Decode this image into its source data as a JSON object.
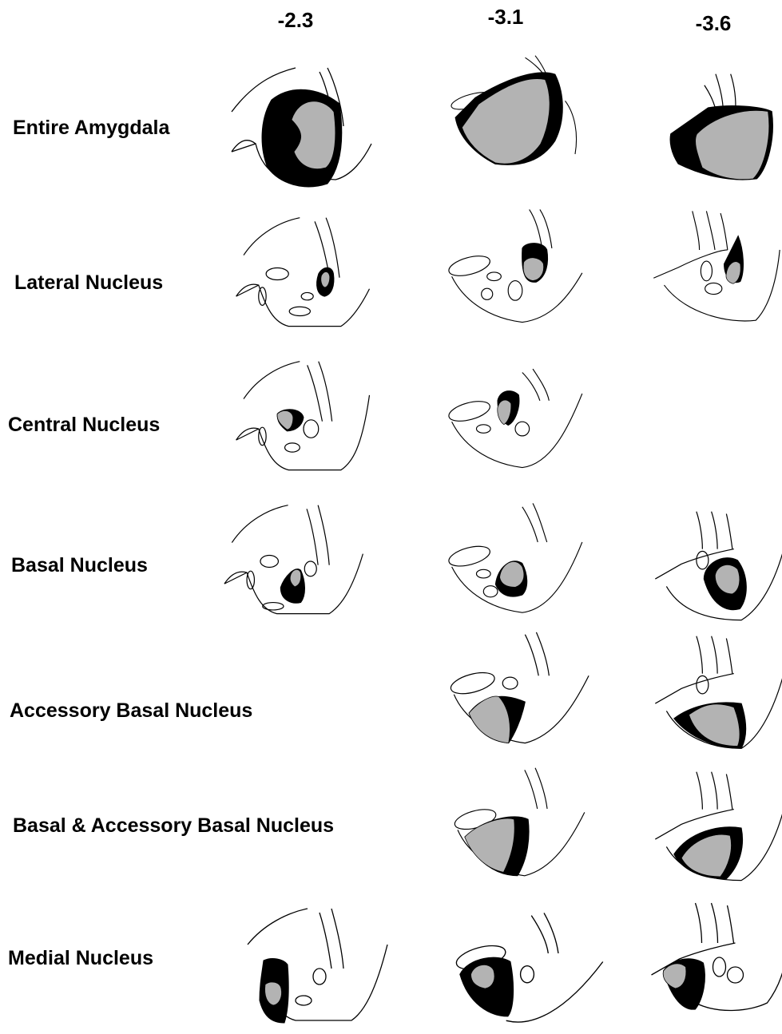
{
  "columns": [
    "-2.3",
    "-3.1",
    "-3.6"
  ],
  "rows": [
    "Entire Amygdala",
    "Lateral Nucleus",
    "Central Nucleus",
    "Basal Nucleus",
    "Accessory  Basal Nucleus",
    "Basal & Accessory  Basal Nucleus",
    "Medial  Nucleus"
  ],
  "colors": {
    "max_lesion": "#000000",
    "min_lesion": "#b3b3b3",
    "outline": "#000000"
  }
}
